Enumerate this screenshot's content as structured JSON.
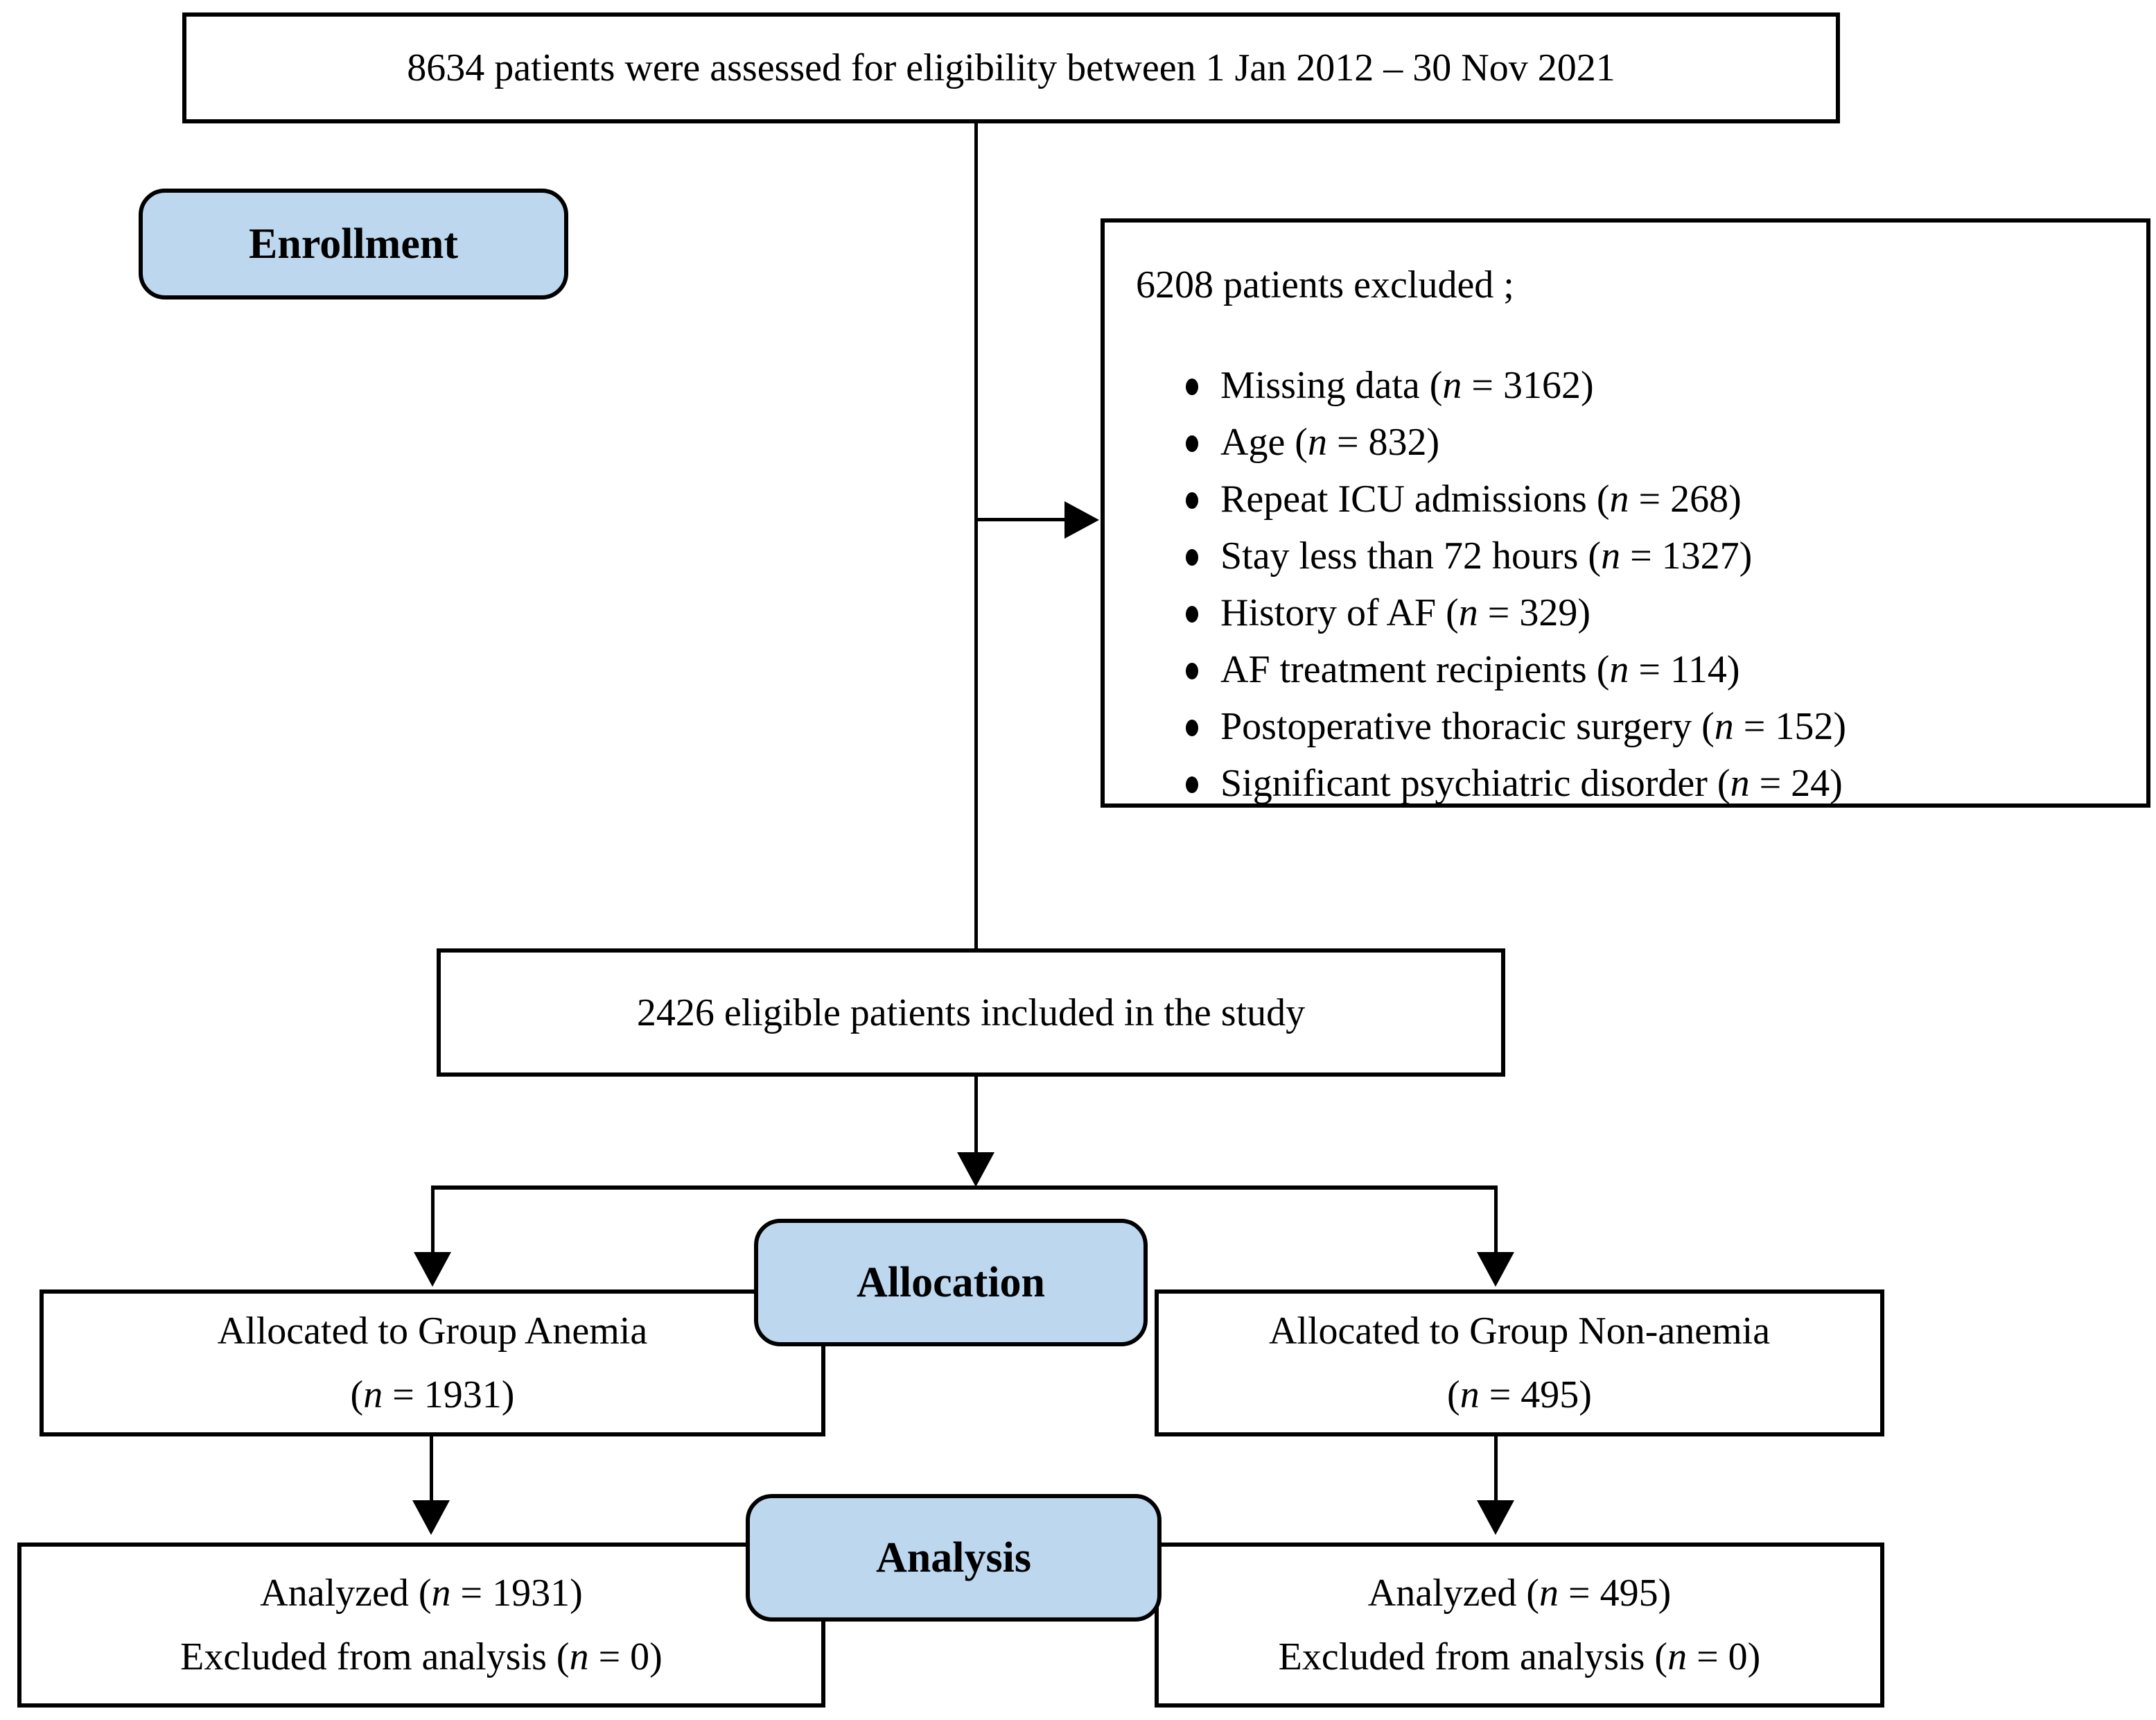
{
  "colors": {
    "stage_fill": "#BDD7EE",
    "line": "#000000",
    "background": "#FFFFFF"
  },
  "flow": {
    "assessed_box": "8634 patients were assessed for eligibility between 1 Jan 2012 – 30 Nov 2021",
    "stages": {
      "enrollment": "Enrollment",
      "allocation": "Allocation",
      "analysis": "Analysis"
    },
    "exclusion": {
      "title": "6208 patients excluded ;",
      "items": [
        "Missing data (n = 3162)",
        "Age (n = 832)",
        "Repeat ICU admissions (n = 268)",
        "Stay less than 72 hours (n = 1327)",
        "History of AF (n = 329)",
        "AF treatment recipients (n = 114)",
        "Postoperative thoracic surgery (n = 152)",
        "Significant psychiatric disorder (n = 24)"
      ]
    },
    "eligible_box": "2426 eligible patients included in the study",
    "allocation_left": {
      "line1": "Allocated to Group Anemia",
      "line2": "(n = 1931)"
    },
    "allocation_right": {
      "line1": "Allocated to Group Non-anemia",
      "line2": "(n = 495)"
    },
    "analysis_left": {
      "line1": "Analyzed (n = 1931)",
      "line2": "Excluded from analysis (n = 0)"
    },
    "analysis_right": {
      "line1": "Analyzed (n = 495)",
      "line2": "Excluded from analysis (n = 0)"
    }
  }
}
